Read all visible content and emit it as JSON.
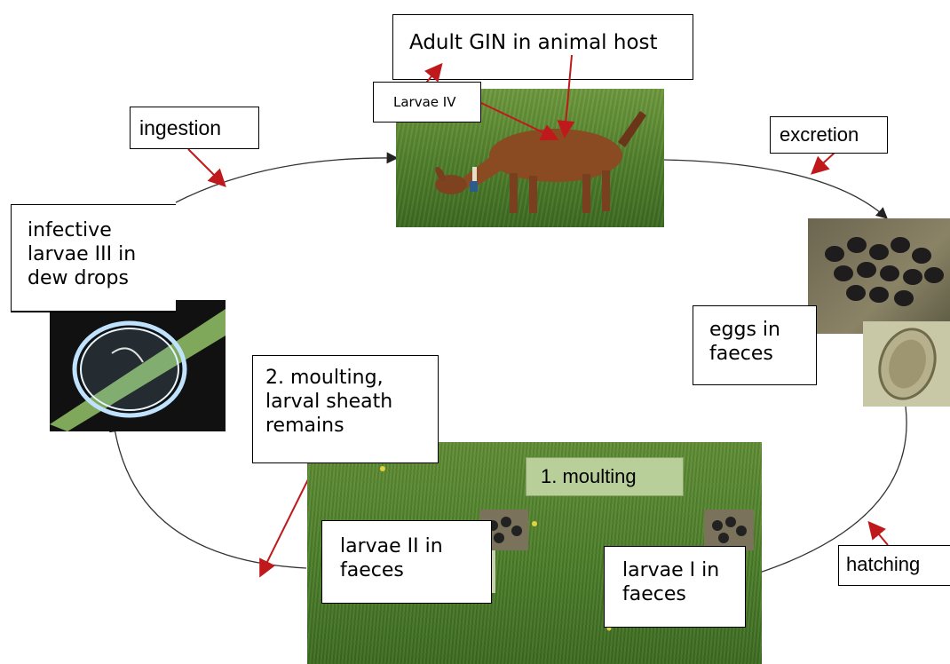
{
  "labels": {
    "adult": "Adult GIN in animal host",
    "larvae_iv": "Larvae IV",
    "ingestion": "ingestion",
    "excretion": "excretion",
    "infective": "infective larvae III in dew drops",
    "eggs": "eggs in faeces",
    "moulting2": "2. moulting, larval sheath remains",
    "moulting1": "1. moulting",
    "larvae_ii": "larvae II in faeces",
    "larvae_i": "larvae I in faeces",
    "hatching": "hatching"
  },
  "colors": {
    "arrow_red": "#c0191c",
    "cycle_line": "#333333",
    "moulting1_bg": "#b8cf9a"
  },
  "images": {
    "goat": "goat-on-pasture-photo",
    "faeces": "faeces-pellets-photo",
    "egg": "egg-microscope-photo",
    "dewdrop": "dew-drop-larva-photo",
    "pasture": "pasture-photo"
  }
}
